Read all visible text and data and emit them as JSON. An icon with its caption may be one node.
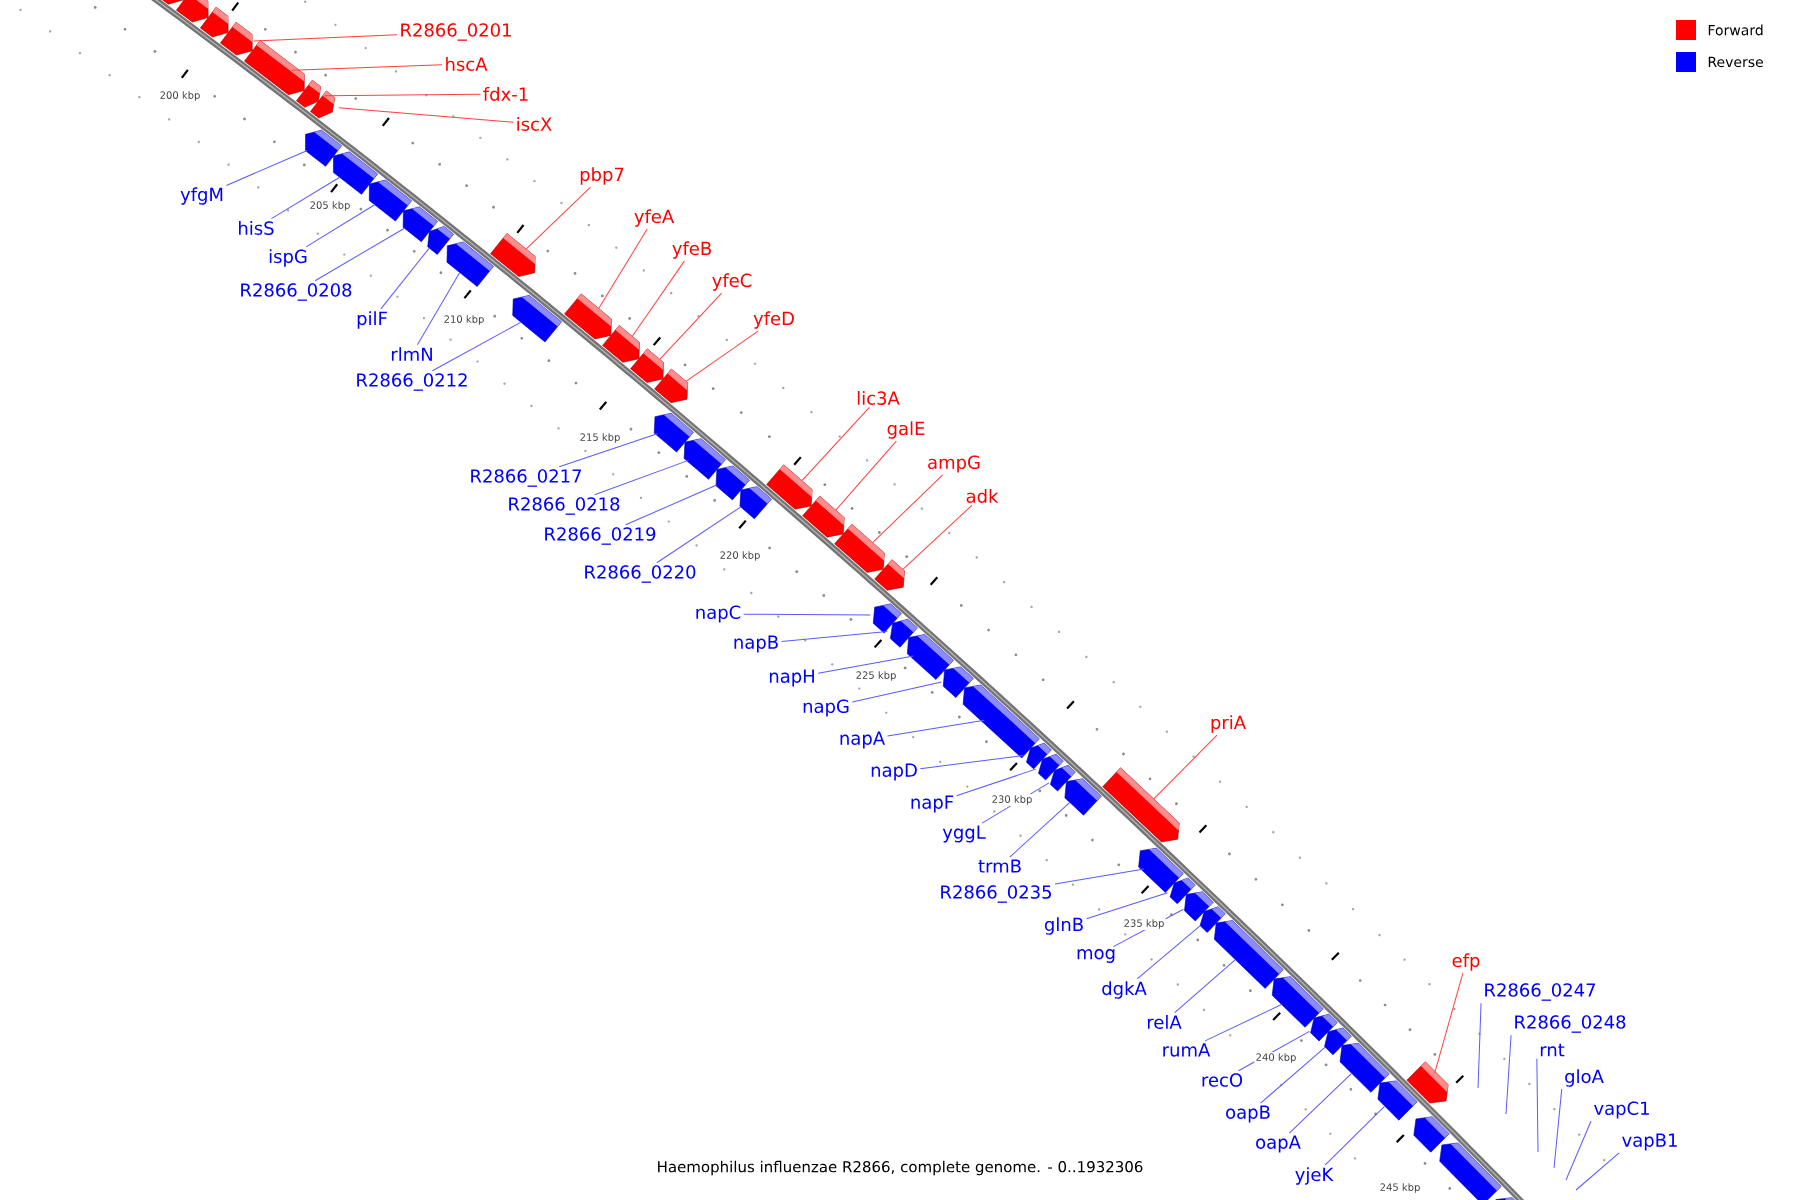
{
  "diagram": {
    "caption": "Haemophilus influenzae R2866, complete genome. - 0..1932306",
    "nodes": [
      {
        "text": [],
        "shape": "bar"
      },
      {
        "text": [],
        "shape": "bar"
      },
      {
        "text": [],
        "shape": "bar"
      },
      {
        "text": [
          "R2866_0201"
        ]
      },
      {
        "text": [],
        "shape": "bar"
      },
      {
        "text": [
          "hscA"
        ]
      },
      {
        "text": [],
        "shape": "bar"
      },
      {
        "text": [
          "fdx-1"
        ]
      },
      {
        "text": [],
        "shape": "bar"
      },
      {
        "text": [
          "iscX"
        ]
      },
      {
        "text": [],
        "shape": "bar"
      },
      {
        "text": [
          "yfgM"
        ]
      },
      {
        "text": [],
        "shape": "bar"
      },
      {
        "text": [
          "hisS"
        ]
      },
      {
        "text": [],
        "shape": "bar"
      },
      {
        "text": [
          "ispG"
        ]
      },
      {
        "text": [],
        "shape": "bar"
      },
      {
        "text": [
          "R2866_0208"
        ]
      },
      {
        "text": [],
        "shape": "bar"
      },
      {
        "text": [
          "pilF"
        ]
      },
      {
        "text": [],
        "shape": "bar"
      },
      {
        "text": [
          "rlmN"
        ]
      },
      {
        "text": [],
        "shape": "bar"
      },
      {
        "text": [
          "R2866_0212"
        ]
      },
      {
        "text": [],
        "shape": "bar"
      },
      {
        "text": [
          "pbp7"
        ]
      },
      {
        "text": [],
        "shape": "bar"
      },
      {
        "text": [
          "yfeA"
        ]
      },
      {
        "text": [],
        "shape": "bar"
      },
      {
        "text": [
          "yfeB"
        ]
      },
      {
        "text": [],
        "shape": "bar"
      },
      {
        "text": [
          "yfeC"
        ]
      },
      {
        "text": [],
        "shape": "bar"
      },
      {
        "text": [
          "yfeD"
        ]
      },
      {
        "text": [],
        "shape": "bar"
      },
      {
        "text": [
          "R2866_0217"
        ]
      },
      {
        "text": [],
        "shape": "bar"
      },
      {
        "text": [
          "R2866_0218"
        ]
      },
      {
        "text": [],
        "shape": "bar"
      },
      {
        "text": [
          "R2866_0219"
        ]
      },
      {
        "text": [],
        "shape": "bar"
      },
      {
        "text": [
          "R2866_0220"
        ]
      },
      {
        "text": [],
        "shape": "bar"
      },
      {
        "text": [
          "lic3A"
        ]
      },
      {
        "text": [],
        "shape": "bar"
      },
      {
        "text": [
          "galE"
        ]
      },
      {
        "text": [],
        "shape": "bar"
      },
      {
        "text": [
          "ampG"
        ]
      },
      {
        "text": [],
        "shape": "bar"
      },
      {
        "text": [
          "adk"
        ]
      },
      {
        "text": [],
        "shape": "bar"
      },
      {
        "text": [
          "napC"
        ]
      },
      {
        "text": [],
        "shape": "bar"
      },
      {
        "text": [
          "napB"
        ]
      },
      {
        "text": [],
        "shape": "bar"
      },
      {
        "text": [
          "napH"
        ]
      },
      {
        "text": [],
        "shape": "bar"
      },
      {
        "text": [
          "napG"
        ]
      },
      {
        "text": [],
        "shape": "bar"
      },
      {
        "text": [
          "napA"
        ]
      },
      {
        "text": [],
        "shape": "bar"
      },
      {
        "text": [
          "napD"
        ]
      },
      {
        "text": [],
        "shape": "bar"
      },
      {
        "text": [
          "napF"
        ]
      },
      {
        "text": [],
        "shape": "bar"
      },
      {
        "text": [
          "yggL"
        ]
      },
      {
        "text": [],
        "shape": "bar"
      },
      {
        "text": [
          "trmB"
        ]
      },
      {
        "text": [],
        "shape": "bar"
      },
      {
        "text": [
          "priA"
        ]
      },
      {
        "text": [],
        "shape": "bar"
      },
      {
        "text": [
          "R2866_0235"
        ]
      },
      {
        "text": [],
        "shape": "bar"
      },
      {
        "text": [
          "glnB"
        ]
      },
      {
        "text": [],
        "shape": "bar"
      },
      {
        "text": [
          "mog"
        ]
      },
      {
        "text": [],
        "shape": "bar"
      },
      {
        "text": [
          "dgkA"
        ]
      },
      {
        "text": [],
        "shape": "bar"
      },
      {
        "text": [
          "relA"
        ]
      },
      {
        "text": [],
        "shape": "bar"
      },
      {
        "text": [
          "rumA"
        ]
      },
      {
        "text": [],
        "shape": "bar"
      },
      {
        "text": [
          "recO"
        ]
      },
      {
        "text": [],
        "shape": "bar"
      },
      {
        "text": [
          "oapB"
        ]
      },
      {
        "text": [],
        "shape": "bar"
      },
      {
        "text": [
          "oapA"
        ]
      },
      {
        "text": [],
        "shape": "bar"
      },
      {
        "text": [
          "yjeK"
        ]
      },
      {
        "text": [],
        "shape": "bar"
      },
      {
        "text": [
          "efp"
        ]
      },
      {
        "text": [],
        "shape": "bar"
      },
      {
        "text": [
          "R2866_0247"
        ]
      },
      {
        "text": [
          "R2866_0248"
        ]
      },
      {
        "text": [
          "rnt"
        ]
      },
      {
        "text": [
          "gloA"
        ]
      },
      {
        "text": [
          "vapC1"
        ]
      },
      {
        "text": [
          "vapB1"
        ]
      },
      {
        "text": [],
        "shape": "bar"
      },
      {
        "text": [],
        "shape": "bar"
      },
      {
        "text": [],
        "shape": "bar"
      }
    ],
    "edges": [
      {
        "from": 3,
        "to": 4,
        "arrow": "none",
        "color": "#ff4040"
      },
      {
        "from": 5,
        "to": 6,
        "arrow": "none",
        "color": "#ff4040"
      },
      {
        "from": 7,
        "to": 8,
        "arrow": "none",
        "color": "#ff4040"
      },
      {
        "from": 9,
        "to": 10,
        "arrow": "none",
        "color": "#ff4040"
      },
      {
        "from": 11,
        "to": 12,
        "arrow": "none"
      },
      {
        "from": 13,
        "to": 14,
        "arrow": "none"
      },
      {
        "from": 15,
        "to": 16,
        "arrow": "none"
      },
      {
        "from": 17,
        "to": 18,
        "arrow": "none"
      },
      {
        "from": 19,
        "to": 20,
        "arrow": "none"
      },
      {
        "from": 21,
        "to": 22,
        "arrow": "none"
      },
      {
        "from": 23,
        "to": 24,
        "arrow": "none"
      },
      {
        "from": 25,
        "to": 26,
        "arrow": "none",
        "color": "#ff4040"
      },
      {
        "from": 27,
        "to": 28,
        "arrow": "none",
        "color": "#ff4040"
      },
      {
        "from": 29,
        "to": 30,
        "arrow": "none",
        "color": "#ff4040"
      },
      {
        "from": 31,
        "to": 32,
        "arrow": "none",
        "color": "#ff4040"
      },
      {
        "from": 33,
        "to": 34,
        "arrow": "none",
        "color": "#ff4040"
      },
      {
        "from": 35,
        "to": 36,
        "arrow": "none"
      },
      {
        "from": 37,
        "to": 38,
        "arrow": "none"
      },
      {
        "from": 39,
        "to": 40,
        "arrow": "none"
      },
      {
        "from": 41,
        "to": 42,
        "arrow": "none"
      },
      {
        "from": 43,
        "to": 44,
        "arrow": "none",
        "color": "#ff4040"
      },
      {
        "from": 45,
        "to": 46,
        "arrow": "none",
        "color": "#ff4040"
      },
      {
        "from": 47,
        "to": 48,
        "arrow": "none",
        "color": "#ff4040"
      },
      {
        "from": 49,
        "to": 50,
        "arrow": "none",
        "color": "#ff4040"
      },
      {
        "from": 51,
        "to": 52,
        "arrow": "none"
      },
      {
        "from": 53,
        "to": 54,
        "arrow": "none"
      },
      {
        "from": 55,
        "to": 56,
        "arrow": "none"
      },
      {
        "from": 57,
        "to": 58,
        "arrow": "none"
      },
      {
        "from": 59,
        "to": 60,
        "arrow": "none"
      },
      {
        "from": 61,
        "to": 62,
        "arrow": "none"
      },
      {
        "from": 63,
        "to": 64,
        "arrow": "none"
      },
      {
        "from": 65,
        "to": 66,
        "arrow": "none"
      },
      {
        "from": 67,
        "to": 68,
        "arrow": "none"
      },
      {
        "from": 69,
        "to": 70,
        "arrow": "none",
        "color": "#ff4040"
      },
      {
        "from": 71,
        "to": 72,
        "arrow": "none"
      },
      {
        "from": 73,
        "to": 74,
        "arrow": "none"
      },
      {
        "from": 75,
        "to": 76,
        "arrow": "none"
      },
      {
        "from": 77,
        "to": 78,
        "arrow": "none"
      },
      {
        "from": 79,
        "to": 80,
        "arrow": "none"
      },
      {
        "from": 81,
        "to": 82,
        "arrow": "none"
      },
      {
        "from": 83,
        "to": 84,
        "arrow": "none"
      },
      {
        "from": 85,
        "to": 86,
        "arrow": "none"
      },
      {
        "from": 87,
        "to": 88,
        "arrow": "none"
      },
      {
        "from": 89,
        "to": 90,
        "arrow": "none"
      },
      {
        "from": 91,
        "to": 92,
        "arrow": "none",
        "color": "#ff4040"
      },
      {
        "from": 93,
        "to": null,
        "arrow": "none"
      },
      {
        "from": 94,
        "to": null,
        "arrow": "none"
      },
      {
        "from": 95,
        "to": null,
        "arrow": "none"
      },
      {
        "from": 96,
        "to": null,
        "arrow": "none"
      },
      {
        "from": 97,
        "to": null,
        "arrow": "none"
      },
      {
        "from": 98,
        "to": null,
        "arrow": "none"
      }
    ],
    "labels": [
      "200 kbp",
      "205 kbp",
      "210 kbp",
      "215 kbp",
      "220 kbp",
      "225 kbp",
      "230 kbp",
      "235 kbp",
      "240 kbp",
      "245 kbp"
    ],
    "legend": [
      {
        "text": "Forward",
        "color": "#ff0000"
      },
      {
        "text": "Reverse",
        "color": "#0000ff"
      }
    ]
  }
}
